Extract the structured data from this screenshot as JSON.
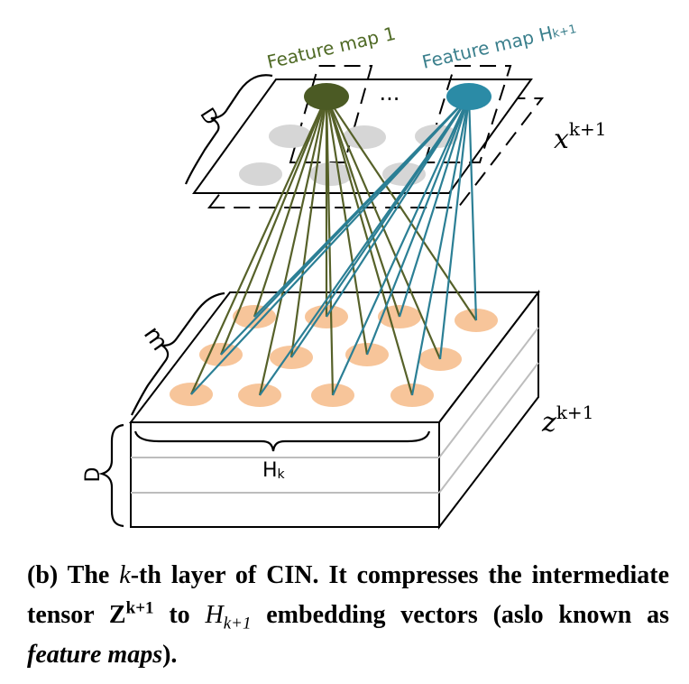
{
  "figure": {
    "feature_map_first": "Feature map 1",
    "feature_map_last_prefix": "Feature map H",
    "feature_map_last_sub": "k+1",
    "ellipsis": "...",
    "dim_top_d": "D",
    "dim_m": "m",
    "dim_left_d": "D",
    "hk_base": "H",
    "hk_sub": "k",
    "x_base": "x",
    "x_sup": "k+1",
    "z_base": "z",
    "z_sup": "k+1"
  },
  "colors": {
    "olive": "#566129",
    "teal": "#2b7f95",
    "label_olive": "#4f6a25",
    "label_teal": "#3a7f8c",
    "node_olive": "#4b5a24",
    "node_teal": "#2b8ba6",
    "grey_circle": "#d6d6d6",
    "orange_circle": "#f7c59a"
  },
  "caption": {
    "lead": "(b) The ",
    "k": "k",
    "part1": "-th layer of CIN. It compresses the intermediate tensor Z",
    "z_sup": "k+1",
    "part2": " to ",
    "h": "H",
    "h_sub": "k+1",
    "part3": " embedding vectors (aslo known as ",
    "feature_maps": "feature maps",
    "end": ")."
  }
}
